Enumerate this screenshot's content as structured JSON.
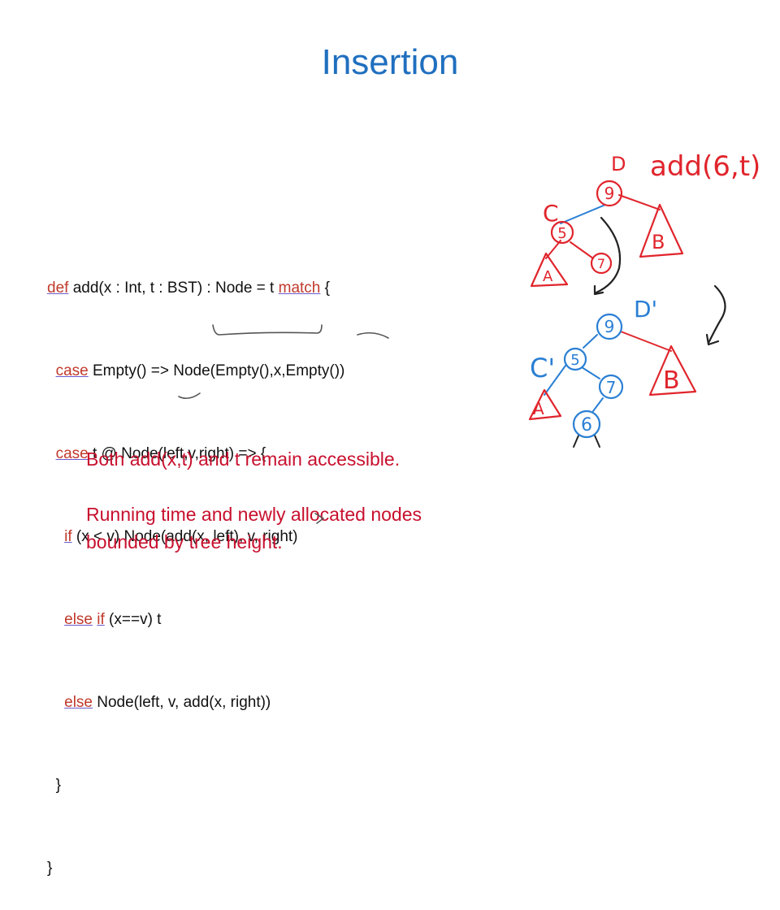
{
  "slide": {
    "title": "Insertion"
  },
  "code": {
    "l1_kw1": "def",
    "l1_a": " add(x : Int, t : BST) : Node = t ",
    "l1_kw2": "match",
    "l1_b": " {",
    "l2_kw": "case",
    "l2_a": " Empty() => Node(Empty(),x,Empty())",
    "l3_kw": "case",
    "l3_a": " t @ Node(left,v,right) => {",
    "l4_kw": "if",
    "l4_a": " (x < v) Node(add(x, left), v, right)",
    "l5_kw1": "else",
    "l5_kw2": "if",
    "l5_a": " (x==v) t",
    "l6_kw": "else",
    "l6_a": " Node(left, v, add(x, right))",
    "l7": "}",
    "l8": "}"
  },
  "notes": {
    "line1": "Both add(x,t) and t remain accessible.",
    "line2": "Running time and newly allocated nodes",
    "line3": "bounded by tree height."
  },
  "annotations": {
    "call": "add(6,t)",
    "d": "D",
    "c": "C",
    "b": "B",
    "a": "A",
    "d_prime": "D'",
    "c_prime": "C'",
    "b_prime": "B",
    "a_prime": "A",
    "t1_n9": "9",
    "t1_n5": "5",
    "t1_n7": "7",
    "t2_n9": "9",
    "t2_n5": "5",
    "t2_n7": "7",
    "t2_n6": "6"
  },
  "colors": {
    "title": "#1f6fbf",
    "keyword": "#c0392b",
    "note": "#c8102e",
    "ink_red": "#e0252c",
    "ink_blue": "#2a7fd4",
    "ink_black": "#222222"
  }
}
